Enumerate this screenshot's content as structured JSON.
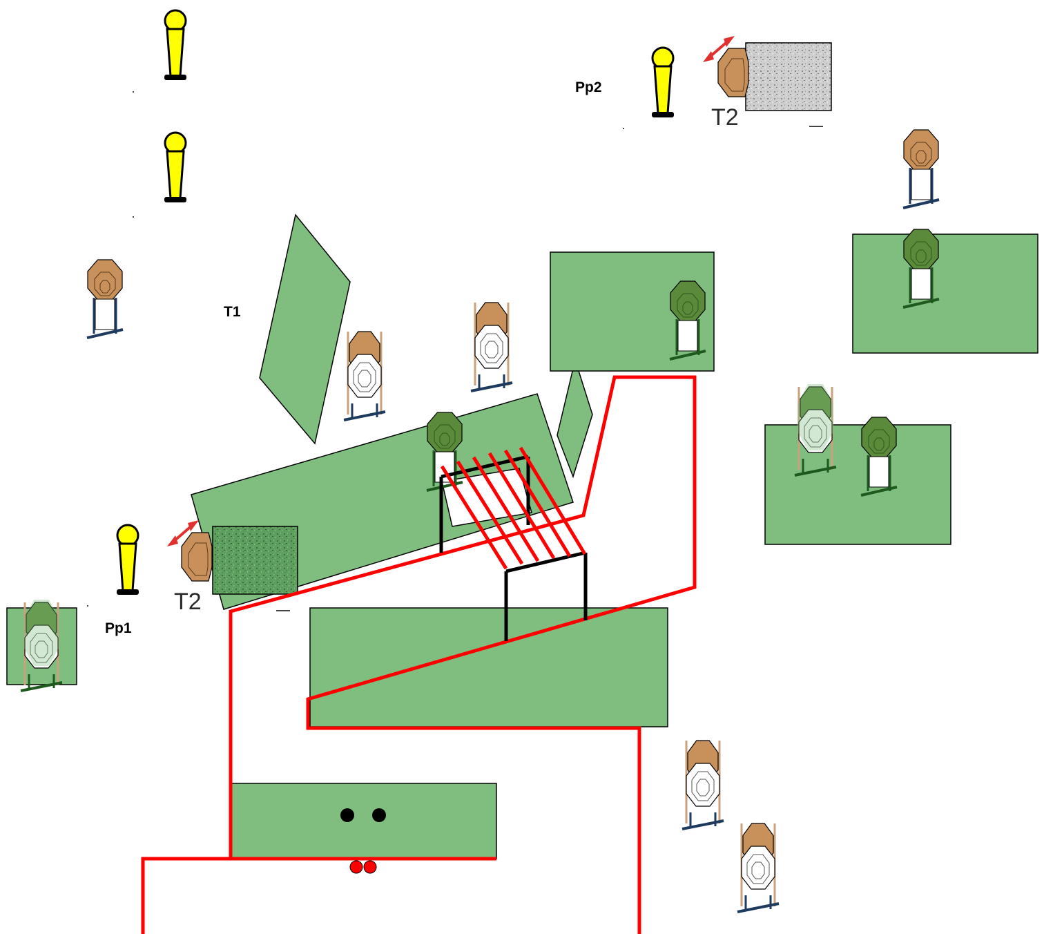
{
  "labels": {
    "t1": "T1",
    "pp1": "Pp1",
    "pp2": "Pp2",
    "t2_left": "T2",
    "t2_right": "T2"
  },
  "colors": {
    "barrier_green": "#80be80",
    "fault_line_red": "#ff0000",
    "popper_yellow": "#ffff00",
    "cardboard_target": "#c8905a",
    "target_stand_blue": "#1f3a5f",
    "target_stand_wood": "#c8a27a",
    "steel_plate_gray": "#c8c8c8",
    "swing_arrow_red": "#e03030"
  },
  "icons": {
    "popper": "popper-icon",
    "cardboard_target": "cardboard-target-icon",
    "no_shoot_target": "no-shoot-target-icon",
    "swinger": "swinging-target-icon",
    "start_marks": "start-position-dots"
  }
}
